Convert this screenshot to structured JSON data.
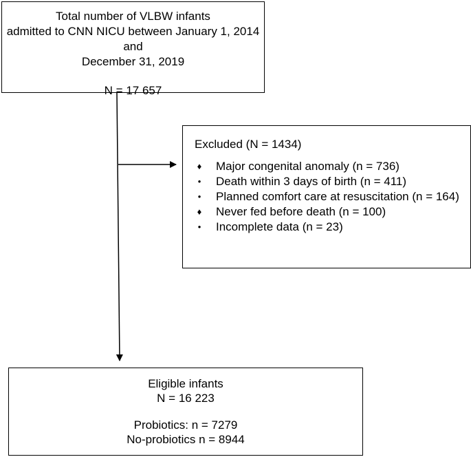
{
  "top_box": {
    "line1": "Total number of VLBW infants",
    "line2": "admitted to CNN NICU between January 1, 2014 and",
    "line3": "December 31, 2019",
    "count": "N = 17 657"
  },
  "excluded_box": {
    "header": "Excluded (N = 1434)",
    "items": [
      {
        "bullet": "♦",
        "text": "Major congenital anomaly (n = 736)"
      },
      {
        "bullet": "•",
        "text": "Death within 3 days of birth (n = 411)"
      },
      {
        "bullet": "•",
        "text": "Planned comfort care at resuscitation (n = 164)"
      },
      {
        "bullet": "♦",
        "text": "Never fed before death (n = 100)"
      },
      {
        "bullet": "•",
        "text": "Incomplete data (n = 23)"
      }
    ]
  },
  "eligible_box": {
    "title": "Eligible infants",
    "count": "N = 16 223",
    "probiotics": "Probiotics: n = 7279",
    "no_probiotics": "No-probiotics n = 8944"
  }
}
